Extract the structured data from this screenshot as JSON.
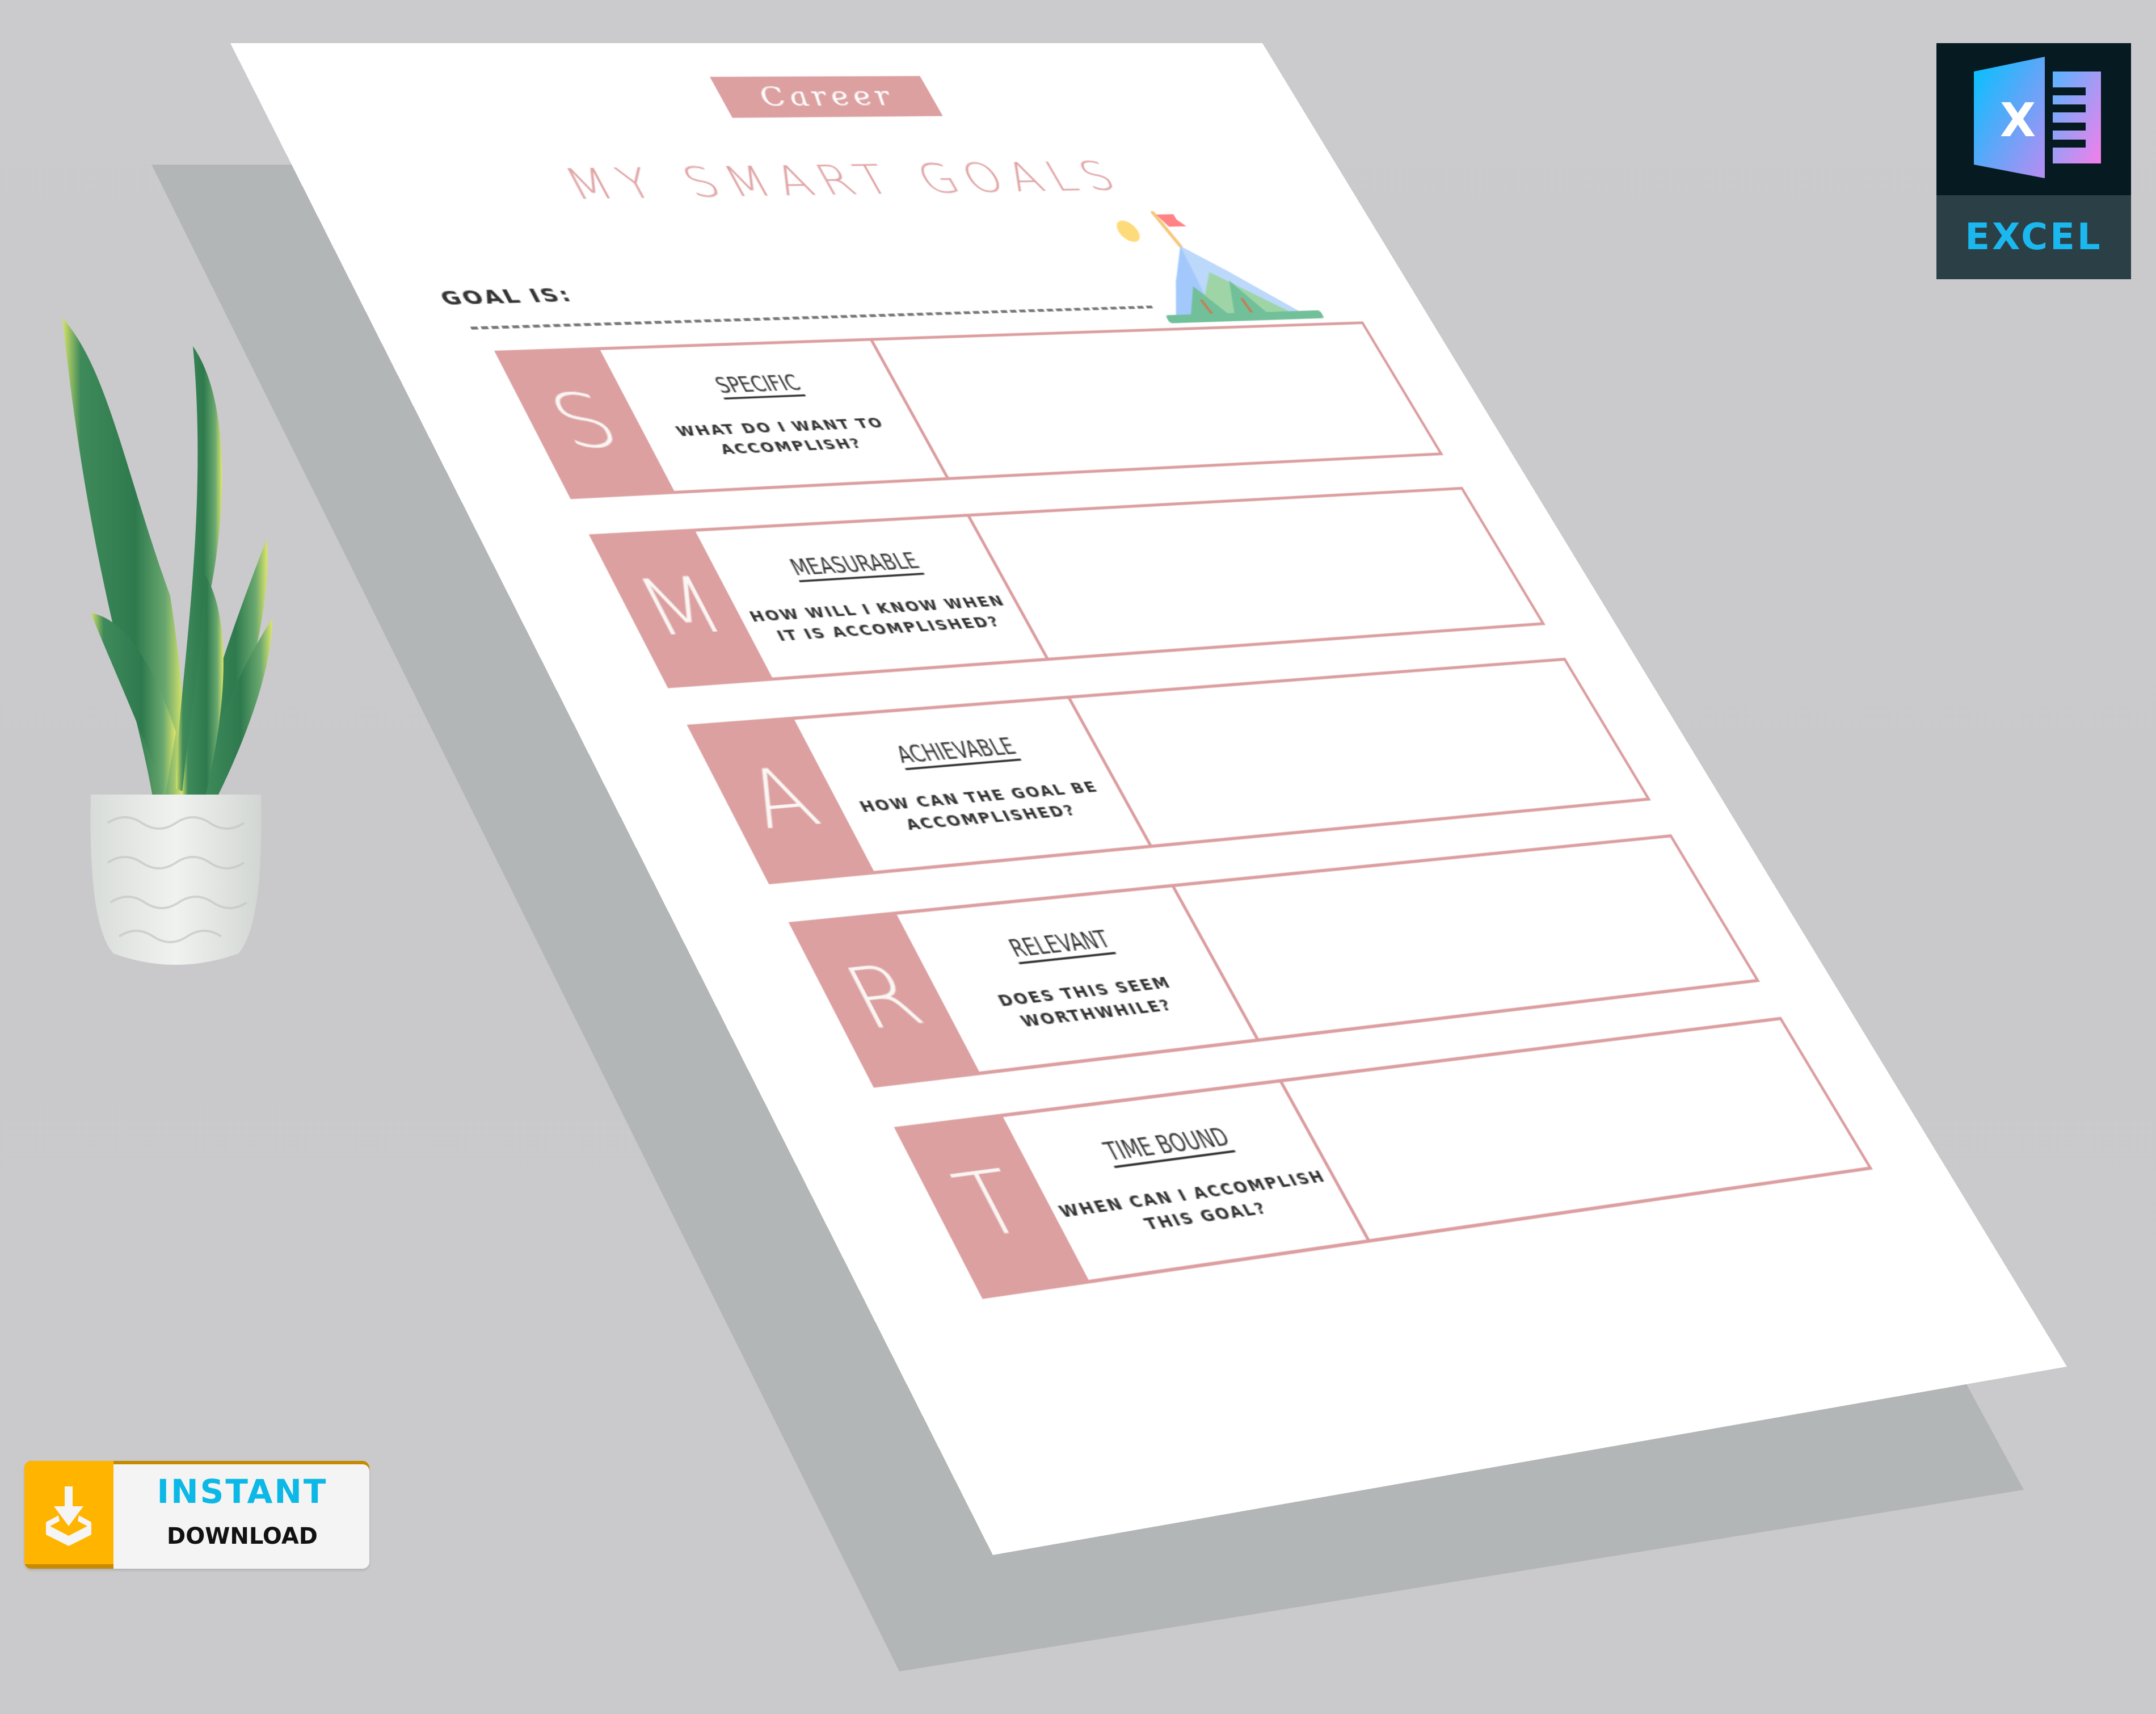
{
  "document": {
    "category_label": "Career",
    "title": "MY SMART GOALS",
    "goal_label": "GOAL IS:",
    "goal_value": "",
    "illustration": "mountain-flag-icon",
    "rows": [
      {
        "letter": "S",
        "heading": "SPECIFIC",
        "question_line1": "WHAT DO I WANT TO",
        "question_line2": "ACCOMPLISH?",
        "answer": ""
      },
      {
        "letter": "M",
        "heading": "MEASURABLE",
        "question_line1": "HOW WILL I KNOW WHEN",
        "question_line2": "IT IS ACCOMPLISHED?",
        "answer": ""
      },
      {
        "letter": "A",
        "heading": "ACHIEVABLE",
        "question_line1": "HOW CAN THE GOAL BE",
        "question_line2": "ACCOMPLISHED?",
        "answer": ""
      },
      {
        "letter": "R",
        "heading": "RELEVANT",
        "question_line1": "DOES THIS SEEM",
        "question_line2": "WORTHWHILE?",
        "answer": ""
      },
      {
        "letter": "T",
        "heading": "TIME BOUND",
        "question_line1": "WHEN CAN I ACCOMPLISH",
        "question_line2": "THIS GOAL?",
        "answer": ""
      }
    ]
  },
  "badges": {
    "excel": {
      "label": "EXCEL",
      "icon": "excel-icon"
    },
    "download": {
      "line1": "INSTANT",
      "line2": "DOWNLOAD",
      "icon": "download-tray-icon"
    }
  },
  "decor": {
    "plant": "snake-plant-in-white-pot"
  },
  "colors": {
    "accent_pink": "#dca0a1",
    "title_pink": "#e0a3a5",
    "background_gray": "#cbcbcd",
    "shadow_gray": "#b3b6b7",
    "excel_blue": "#1bb8f0",
    "download_orange": "#ffb400",
    "download_blue": "#0bb8e6"
  }
}
